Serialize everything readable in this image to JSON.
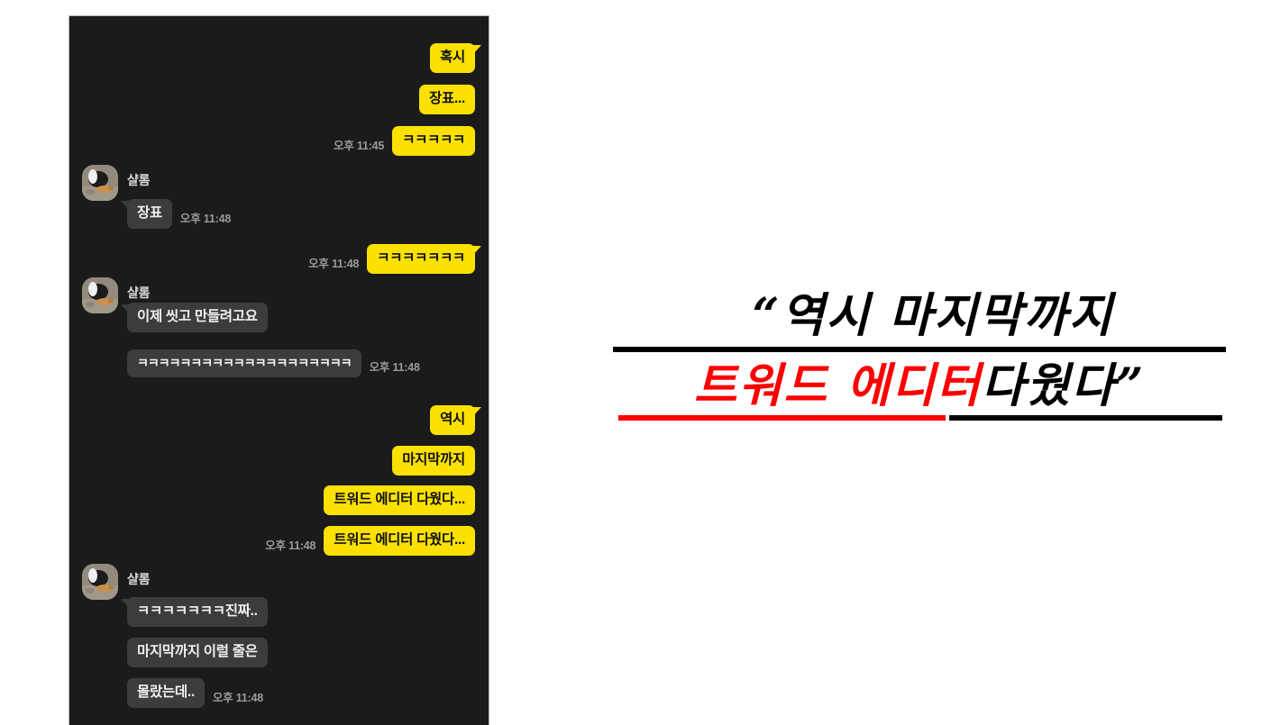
{
  "page": {
    "background_color": "#ffffff"
  },
  "chat": {
    "panel_background": "#1b1b1b",
    "panel_border_color": "#b9b9b9",
    "outgoing_bubble_color": "#fae100",
    "outgoing_text_color": "#111111",
    "incoming_bubble_color": "#3c3c3c",
    "incoming_text_color": "#f0f0f0",
    "timestamp_color": "#9a9a9a",
    "sender_name": "샬롬",
    "messages": [
      {
        "id": "m1",
        "side": "outgoing",
        "text": "혹시",
        "tail": true,
        "timestamp": ""
      },
      {
        "id": "m2",
        "side": "outgoing",
        "text": "장표...",
        "tail": false,
        "timestamp": ""
      },
      {
        "id": "m3",
        "side": "outgoing",
        "text": "ㅋㅋㅋㅋㅋ",
        "tail": false,
        "timestamp": "오후 11:45"
      },
      {
        "id": "m4",
        "side": "incoming",
        "text": "장표",
        "tail": true,
        "timestamp": "오후 11:48"
      },
      {
        "id": "m5",
        "side": "outgoing",
        "text": "ㅋㅋㅋㅋㅋㅋㅋ",
        "tail": true,
        "timestamp": "오후 11:48"
      },
      {
        "id": "m6",
        "side": "incoming",
        "text": "이제 씻고 만들려고요",
        "tail": true,
        "timestamp": ""
      },
      {
        "id": "m7",
        "side": "incoming",
        "text": "ㅋㅋㅋㅋㅋㅋㅋㅋㅋㅋㅋㅋㅋㅋㅋㅋㅋㅋㅋㅋ",
        "tail": false,
        "timestamp": "오후 11:48"
      },
      {
        "id": "m8",
        "side": "outgoing",
        "text": "역시",
        "tail": true,
        "timestamp": ""
      },
      {
        "id": "m9",
        "side": "outgoing",
        "text": "마지막까지",
        "tail": false,
        "timestamp": ""
      },
      {
        "id": "m10",
        "side": "outgoing",
        "text": "트워드 에디터 다웠다...",
        "tail": false,
        "timestamp": ""
      },
      {
        "id": "m11",
        "side": "outgoing",
        "text": "트워드 에디터 다웠다...",
        "tail": false,
        "timestamp": "오후 11:48"
      },
      {
        "id": "m12",
        "side": "incoming",
        "text": "ㅋㅋㅋㅋㅋㅋㅋ진짜..",
        "tail": true,
        "timestamp": ""
      },
      {
        "id": "m13",
        "side": "incoming",
        "text": "마지막까지 이럴 줄은",
        "tail": false,
        "timestamp": ""
      },
      {
        "id": "m14",
        "side": "incoming",
        "text": "몰랐는데..",
        "tail": false,
        "timestamp": "오후 11:48"
      }
    ]
  },
  "caption": {
    "open_quote": "“",
    "close_quote": "”",
    "line1_text": "역시 마지막까지",
    "line2_red_text": "트워드 에디터",
    "line2_black_text": "다웠다",
    "black_color": "#000000",
    "red_color": "#ff0000"
  }
}
